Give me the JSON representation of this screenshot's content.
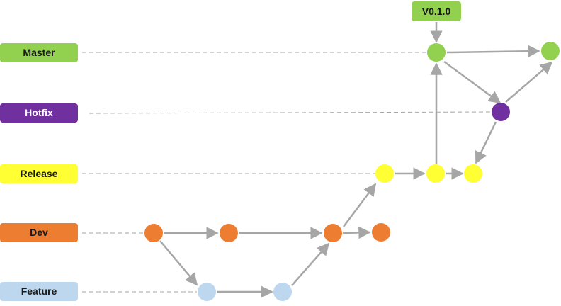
{
  "branches": [
    {
      "id": "master",
      "label": "Master",
      "color": "#92d050",
      "text_color": "#1a1a1a"
    },
    {
      "id": "hotfix",
      "label": "Hotfix",
      "color": "#7030a0",
      "text_color": "#ffffff"
    },
    {
      "id": "release",
      "label": "Release",
      "color": "#ffff33",
      "text_color": "#1a1a1a"
    },
    {
      "id": "dev",
      "label": "Dev",
      "color": "#ed7d31",
      "text_color": "#1a1a1a"
    },
    {
      "id": "feature",
      "label": "Feature",
      "color": "#bdd7ee",
      "text_color": "#1a1a1a"
    }
  ],
  "tag": {
    "label": "V0.1.0",
    "color": "#92d050",
    "text_color": "#1a1a1a"
  },
  "line_color": "#a6a6a6",
  "dash_color": "#a6a6a6"
}
